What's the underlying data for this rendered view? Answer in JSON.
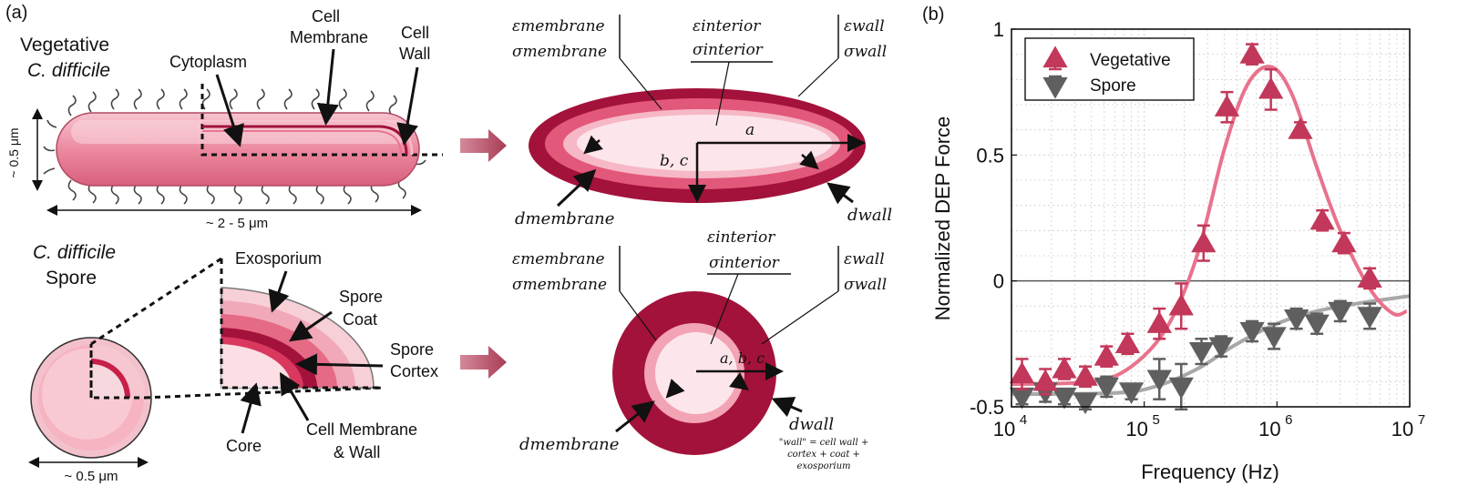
{
  "panel_a": {
    "label": "(a)",
    "vegetative": {
      "title_line1": "Vegetative",
      "title_line2": "C. difficile",
      "cytoplasm": "Cytoplasm",
      "membrane_line1": "Cell",
      "membrane_line2": "Membrane",
      "wall_line1": "Cell",
      "wall_line2": "Wall",
      "height": "~ 0.5 μm",
      "length": "~ 2 - 5 μm"
    },
    "spore": {
      "title_line1": "C. difficile",
      "title_line2": "Spore",
      "exosporium": "Exosporium",
      "coat_line1": "Spore",
      "coat_line2": "Coat",
      "cortex_line1": "Spore",
      "cortex_line2": "Cortex",
      "core": "Core",
      "memwall_line1": "Cell Membrane",
      "memwall_line2": "& Wall",
      "size": "~ 0.5 μm"
    },
    "model_ellipse": {
      "eps_membrane": "εmembrane",
      "sig_membrane": "σmembrane",
      "eps_interior": "εinterior",
      "sig_interior": "σinterior",
      "eps_wall": "εwall",
      "sig_wall": "σwall",
      "axis_a": "a",
      "axis_bc": "b, c",
      "d_membrane": "dmembrane",
      "d_wall": "dwall"
    },
    "model_sphere": {
      "eps_membrane": "εmembrane",
      "sig_membrane": "σmembrane",
      "eps_interior": "εinterior",
      "sig_interior": "σinterior",
      "eps_wall": "εwall",
      "sig_wall": "σwall",
      "axis_abc": "a, b, c",
      "d_membrane": "dmembrane",
      "d_wall": "dwall",
      "wall_note_1": "\"wall\" = cell wall +",
      "wall_note_2": "cortex + coat +",
      "wall_note_3": "exosporium"
    },
    "colors": {
      "dark_red": "#a3123a",
      "mid_red": "#d9395f",
      "pink": "#f2a3b4",
      "light_pink": "#fbdfe5",
      "arrow": "#b4495c"
    }
  },
  "panel_b": {
    "label": "(b)",
    "chart_data": {
      "type": "scatter",
      "xscale": "log",
      "xlim": [
        10000,
        10000000
      ],
      "ylim": [
        -0.5,
        1
      ],
      "xlabel": "Frequency (Hz)",
      "ylabel": "Normalized  DEP Force",
      "xticks": [
        "10^4",
        "10^5",
        "10^6",
        "10^7"
      ],
      "yticks": [
        "-0.5",
        "0",
        "0.5",
        "1"
      ],
      "grid": true,
      "legend_position": "top-left",
      "series": [
        {
          "name": "Vegetative",
          "marker": "triangle-up",
          "color": "#c2385a",
          "fit_color": "#e8728c",
          "points": [
            {
              "x": 12000,
              "y": -0.37,
              "err": 0.06
            },
            {
              "x": 18000,
              "y": -0.4,
              "err": 0.05
            },
            {
              "x": 25000,
              "y": -0.35,
              "err": 0.04
            },
            {
              "x": 36000,
              "y": -0.38,
              "err": 0.04
            },
            {
              "x": 52000,
              "y": -0.3,
              "err": 0.04
            },
            {
              "x": 75000,
              "y": -0.25,
              "err": 0.04
            },
            {
              "x": 130000,
              "y": -0.17,
              "err": 0.06
            },
            {
              "x": 190000,
              "y": -0.1,
              "err": 0.09
            },
            {
              "x": 280000,
              "y": 0.15,
              "err": 0.07
            },
            {
              "x": 420000,
              "y": 0.69,
              "err": 0.06
            },
            {
              "x": 650000,
              "y": 0.9,
              "err": 0.04
            },
            {
              "x": 900000,
              "y": 0.76,
              "err": 0.08
            },
            {
              "x": 1500000,
              "y": 0.6,
              "err": 0.03
            },
            {
              "x": 2200000,
              "y": 0.24,
              "err": 0.04
            },
            {
              "x": 3200000,
              "y": 0.15,
              "err": 0.04
            },
            {
              "x": 5000000,
              "y": 0.01,
              "err": 0.04
            }
          ],
          "fit": [
            {
              "x": 10000,
              "y": -0.41
            },
            {
              "x": 40000,
              "y": -0.4
            },
            {
              "x": 80000,
              "y": -0.34
            },
            {
              "x": 150000,
              "y": -0.18
            },
            {
              "x": 250000,
              "y": 0.1
            },
            {
              "x": 400000,
              "y": 0.52
            },
            {
              "x": 600000,
              "y": 0.78
            },
            {
              "x": 900000,
              "y": 0.85
            },
            {
              "x": 1300000,
              "y": 0.74
            },
            {
              "x": 2000000,
              "y": 0.45
            },
            {
              "x": 3000000,
              "y": 0.2
            },
            {
              "x": 5000000,
              "y": -0.03
            },
            {
              "x": 7500000,
              "y": -0.13
            },
            {
              "x": 9500000,
              "y": -0.12
            }
          ]
        },
        {
          "name": "Spore",
          "marker": "triangle-down",
          "color": "#5f5f5f",
          "fit_color": "#a8a8a8",
          "points": [
            {
              "x": 12000,
              "y": -0.46,
              "err": 0.03
            },
            {
              "x": 18000,
              "y": -0.44,
              "err": 0.04
            },
            {
              "x": 25000,
              "y": -0.46,
              "err": 0.03
            },
            {
              "x": 36000,
              "y": -0.48,
              "err": 0.03
            },
            {
              "x": 52000,
              "y": -0.42,
              "err": 0.04
            },
            {
              "x": 80000,
              "y": -0.44,
              "err": 0.03
            },
            {
              "x": 130000,
              "y": -0.39,
              "err": 0.08
            },
            {
              "x": 190000,
              "y": -0.42,
              "err": 0.09
            },
            {
              "x": 270000,
              "y": -0.28,
              "err": 0.05
            },
            {
              "x": 380000,
              "y": -0.26,
              "err": 0.04
            },
            {
              "x": 650000,
              "y": -0.2,
              "err": 0.04
            },
            {
              "x": 950000,
              "y": -0.22,
              "err": 0.05
            },
            {
              "x": 1400000,
              "y": -0.15,
              "err": 0.04
            },
            {
              "x": 2000000,
              "y": -0.17,
              "err": 0.04
            },
            {
              "x": 3000000,
              "y": -0.12,
              "err": 0.04
            },
            {
              "x": 5000000,
              "y": -0.14,
              "err": 0.05
            }
          ],
          "fit": [
            {
              "x": 10000,
              "y": -0.45
            },
            {
              "x": 60000,
              "y": -0.445
            },
            {
              "x": 120000,
              "y": -0.42
            },
            {
              "x": 250000,
              "y": -0.35
            },
            {
              "x": 500000,
              "y": -0.25
            },
            {
              "x": 1000000,
              "y": -0.17
            },
            {
              "x": 2000000,
              "y": -0.12
            },
            {
              "x": 4000000,
              "y": -0.09
            },
            {
              "x": 10000000,
              "y": -0.06
            }
          ]
        }
      ]
    }
  }
}
